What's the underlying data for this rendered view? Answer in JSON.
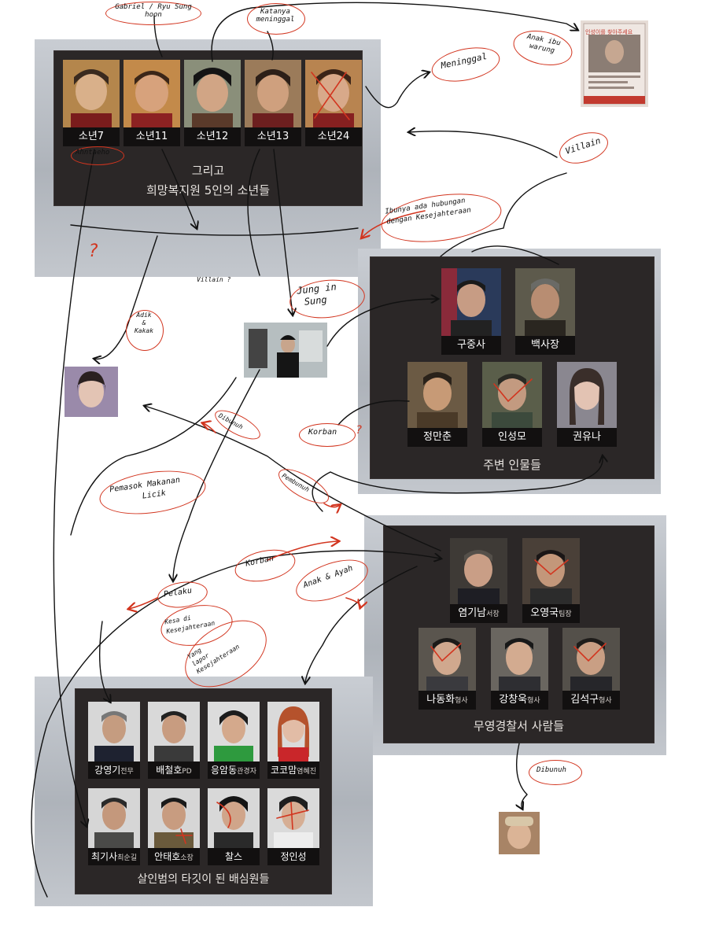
{
  "colors": {
    "ink": "#111111",
    "red_pen": "#d2351f",
    "panel_dark": "#2b2727"
  },
  "panels": {
    "boys": {
      "title_line1": "그리고",
      "title_line2": "희망복지원 5인의 소년들",
      "members": [
        {
          "name": "소년7",
          "role": ""
        },
        {
          "name": "소년11",
          "role": ""
        },
        {
          "name": "소년12",
          "role": ""
        },
        {
          "name": "소년13",
          "role": ""
        },
        {
          "name": "소년24",
          "role": ""
        }
      ]
    },
    "surroundings": {
      "title": "주변 인물들",
      "members": [
        {
          "name": "구중사",
          "role": ""
        },
        {
          "name": "백사장",
          "role": ""
        },
        {
          "name": "정만춘",
          "role": ""
        },
        {
          "name": "인성모",
          "role": ""
        },
        {
          "name": "권유나",
          "role": ""
        }
      ]
    },
    "police": {
      "title": "무영경찰서 사람들",
      "members": [
        {
          "name": "염기남",
          "role": "서장"
        },
        {
          "name": "오영국",
          "role": "팀장"
        },
        {
          "name": "나동화",
          "role": "형사"
        },
        {
          "name": "강창욱",
          "role": "형사"
        },
        {
          "name": "김석구",
          "role": "형사"
        }
      ]
    },
    "targets": {
      "title": "살인범의 타깃이 된 배심원들",
      "members": [
        {
          "name": "강영기",
          "role": "전무"
        },
        {
          "name": "배철호",
          "role": "PD"
        },
        {
          "name": "응암동",
          "role": "관경자"
        },
        {
          "name": "코코맘",
          "role": "염혜진"
        },
        {
          "name": "최기사",
          "role": "최순길"
        },
        {
          "name": "안태호",
          "role": "소장"
        },
        {
          "name": "찰스",
          "role": ""
        },
        {
          "name": "정인성",
          "role": ""
        }
      ]
    }
  },
  "poster": {
    "banner": "인성이를 찾아주세요"
  },
  "annotations": {
    "gabriel": "Gabriel / Ryu Sung hoon",
    "katanya": "Katanya meninggal",
    "anak_ibu": "Anak ibu warung",
    "meninggal": "Meninggal",
    "villain": "Villain",
    "ibunya_1": "Ibunya ada hubungan",
    "ibunya_2": "dengan Kesejahteraan",
    "ahntaeho": "Ahntaeho",
    "villain_q": "Villain ?",
    "jung_1": "Jung in",
    "jung_2": "Sung",
    "adik_1": "Adik",
    "adik_2": "&",
    "adik_3": "Kakak",
    "korban1": "Korban",
    "dibunuh1": "Dibunuh",
    "pemasok_1": "Pemasok Makanan",
    "pemasok_2": "Licik",
    "pembunuh": "Pembunuh",
    "korban2": "Korban",
    "anak_ayah": "Anak & Ayah",
    "pelaku": "Pelaku",
    "kesa_1": "Kesa di",
    "kesa_2": "Kesejahteraan",
    "yang_1": "Yang",
    "yang_2": "lapor",
    "yang_3": "Kesejahteraan",
    "dibunuh2": "Dibunuh",
    "qmark": "?"
  }
}
